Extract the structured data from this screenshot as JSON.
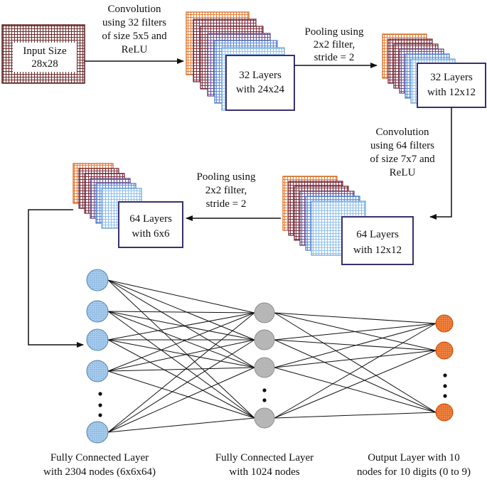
{
  "stage1": {
    "input": [
      "Input Size",
      "28x28"
    ],
    "conv": [
      "Convolution",
      "using 32 filters",
      "of size 5x5 and",
      "ReLU"
    ],
    "maps": [
      "32 Layers",
      "with 24x24"
    ]
  },
  "stage2": {
    "pool": [
      "Pooling using",
      "2x2 filter,",
      "stride = 2"
    ],
    "maps": [
      "32 Layers",
      "with 12x12"
    ]
  },
  "stage3": {
    "conv": [
      "Convolution",
      "using 64 filters",
      "of size 7x7 and",
      "ReLU"
    ],
    "maps": [
      "64 Layers",
      "with 12x12"
    ]
  },
  "stage4": {
    "pool": [
      "Pooling using",
      "2x2 filter,",
      "stride = 2"
    ],
    "maps": [
      "64 Layers",
      "with 6x6"
    ]
  },
  "network": {
    "layer1": [
      "Fully Connected Layer",
      "with 2304 nodes (6x6x64)"
    ],
    "layer2": [
      "Fully Connected Layer",
      "with 1024 nodes"
    ],
    "layer3": [
      "Output Layer with 10",
      "nodes for 10 digits (0 to 9)"
    ]
  },
  "colors": {
    "input_grid": "#6b2a2a",
    "orange": "#f07a2a",
    "maroon": "#7a2b3a",
    "purple": "#6a4a8a",
    "blue": "#5a8ad8",
    "lightblue": "#8fc0ec",
    "node_blue": "#a9cdee",
    "node_gray": "#b9b9b9",
    "node_orange": "#ee6a1e"
  }
}
